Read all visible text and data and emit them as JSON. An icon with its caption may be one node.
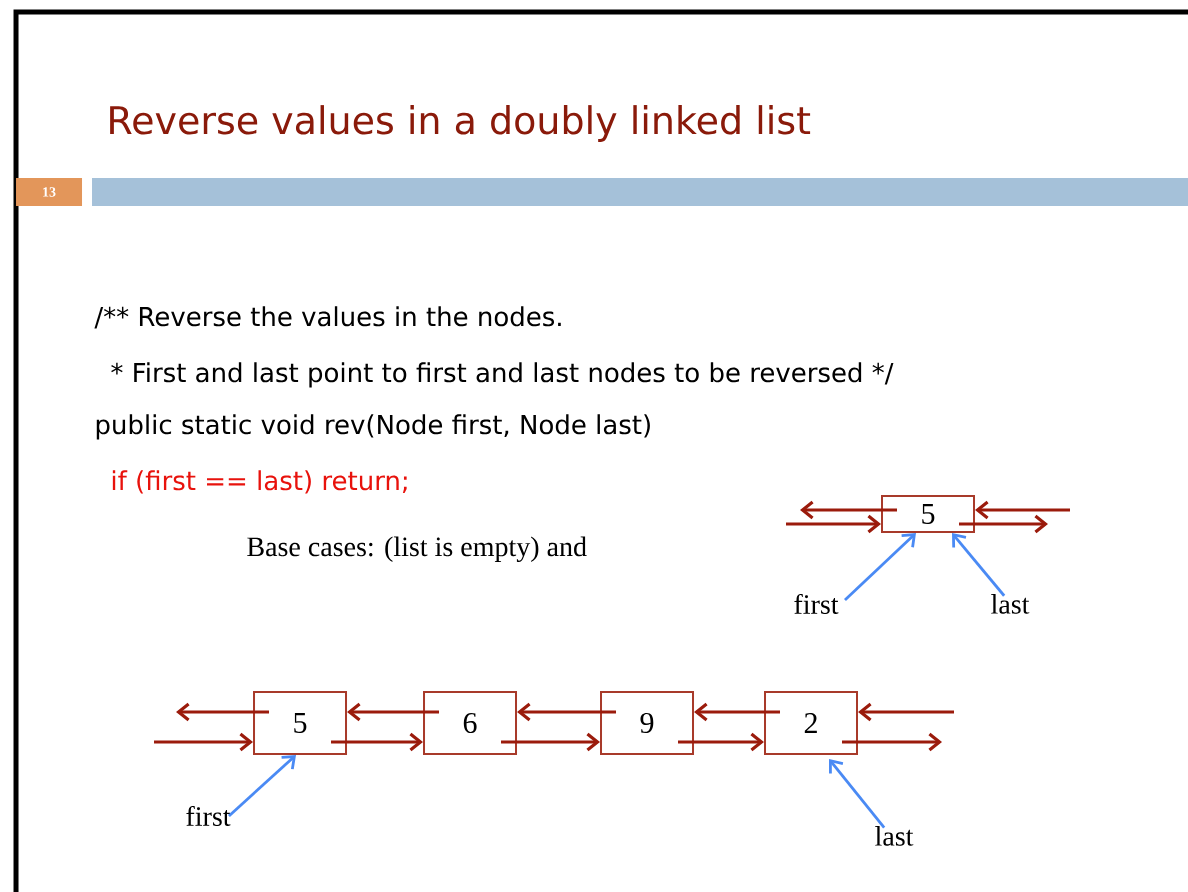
{
  "diagram": {
    "title": "Reverse values in a doubly linked list",
    "nodes": [
      {
        "text": [
          "5"
        ]
      },
      {
        "text": [
          "first"
        ]
      },
      {
        "text": [
          "last"
        ]
      },
      {
        "text": [
          "5"
        ]
      },
      {
        "text": [
          "6"
        ]
      },
      {
        "text": [
          "9"
        ]
      },
      {
        "text": [
          "2"
        ]
      },
      {
        "text": [
          "first"
        ]
      },
      {
        "text": [
          "last"
        ]
      }
    ],
    "edges": [
      {
        "from": null,
        "to": 0,
        "arrow": "to"
      },
      {
        "from": 0,
        "to": null,
        "arrow": "to"
      },
      {
        "from": 0,
        "to": null,
        "arrow": "to"
      },
      {
        "from": null,
        "to": 0,
        "arrow": "to"
      },
      {
        "from": 1,
        "to": 0,
        "arrow": "to",
        "color": "#4a8af4"
      },
      {
        "from": 2,
        "to": 0,
        "arrow": "to",
        "color": "#4a8af4"
      },
      {
        "from": null,
        "to": 3,
        "arrow": "to"
      },
      {
        "from": 3,
        "to": 4,
        "arrow": "to"
      },
      {
        "from": 4,
        "to": 5,
        "arrow": "to"
      },
      {
        "from": 5,
        "to": 6,
        "arrow": "to"
      },
      {
        "from": 6,
        "to": null,
        "arrow": "to"
      },
      {
        "from": 3,
        "to": null,
        "arrow": "to"
      },
      {
        "from": 4,
        "to": 3,
        "arrow": "to"
      },
      {
        "from": 5,
        "to": 4,
        "arrow": "to"
      },
      {
        "from": 6,
        "to": 5,
        "arrow": "to"
      },
      {
        "from": null,
        "to": 6,
        "arrow": "to"
      },
      {
        "from": 7,
        "to": 3,
        "arrow": "to",
        "color": "#4a8af4"
      },
      {
        "from": 8,
        "to": 6,
        "arrow": "to",
        "color": "#4a8af4"
      }
    ],
    "labels": [
      "13",
      "/** Reverse the values in the nodes.",
      "* First and last point to first and last nodes to be reversed */",
      "public static void rev(Node first, Node last)",
      "if (first == last) return;",
      "Base cases: (list is empty) and"
    ]
  }
}
